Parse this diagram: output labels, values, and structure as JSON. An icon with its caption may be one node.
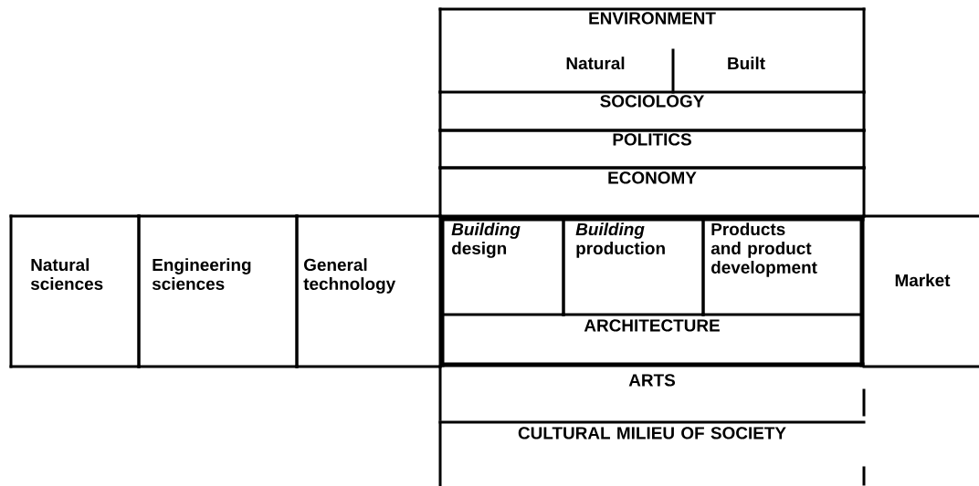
{
  "diagram": {
    "nodes": [
      {
        "text": [
          "ENVIRONMENT",
          "Natural",
          "Built"
        ]
      },
      {
        "text": [
          "SOCIOLOGY"
        ]
      },
      {
        "text": [
          "POLITICS"
        ]
      },
      {
        "text": [
          "ECONOMY"
        ]
      },
      {
        "text": [
          "Natural sciences"
        ]
      },
      {
        "text": [
          "Engineering sciences"
        ]
      },
      {
        "text": [
          "General technology"
        ]
      },
      {
        "text": [
          "ARCHITECTURE"
        ]
      },
      {
        "text": [
          "*Building* design"
        ],
        "in": 7
      },
      {
        "text": [
          "*Building* production"
        ],
        "in": 7
      },
      {
        "text": [
          "Products and product development"
        ],
        "in": 7
      },
      {
        "text": [
          "Market"
        ]
      },
      {
        "text": [
          "ARTS"
        ]
      },
      {
        "text": [
          "CULTURAL MILIEU OF SOCIETY"
        ]
      }
    ],
    "edges": []
  }
}
